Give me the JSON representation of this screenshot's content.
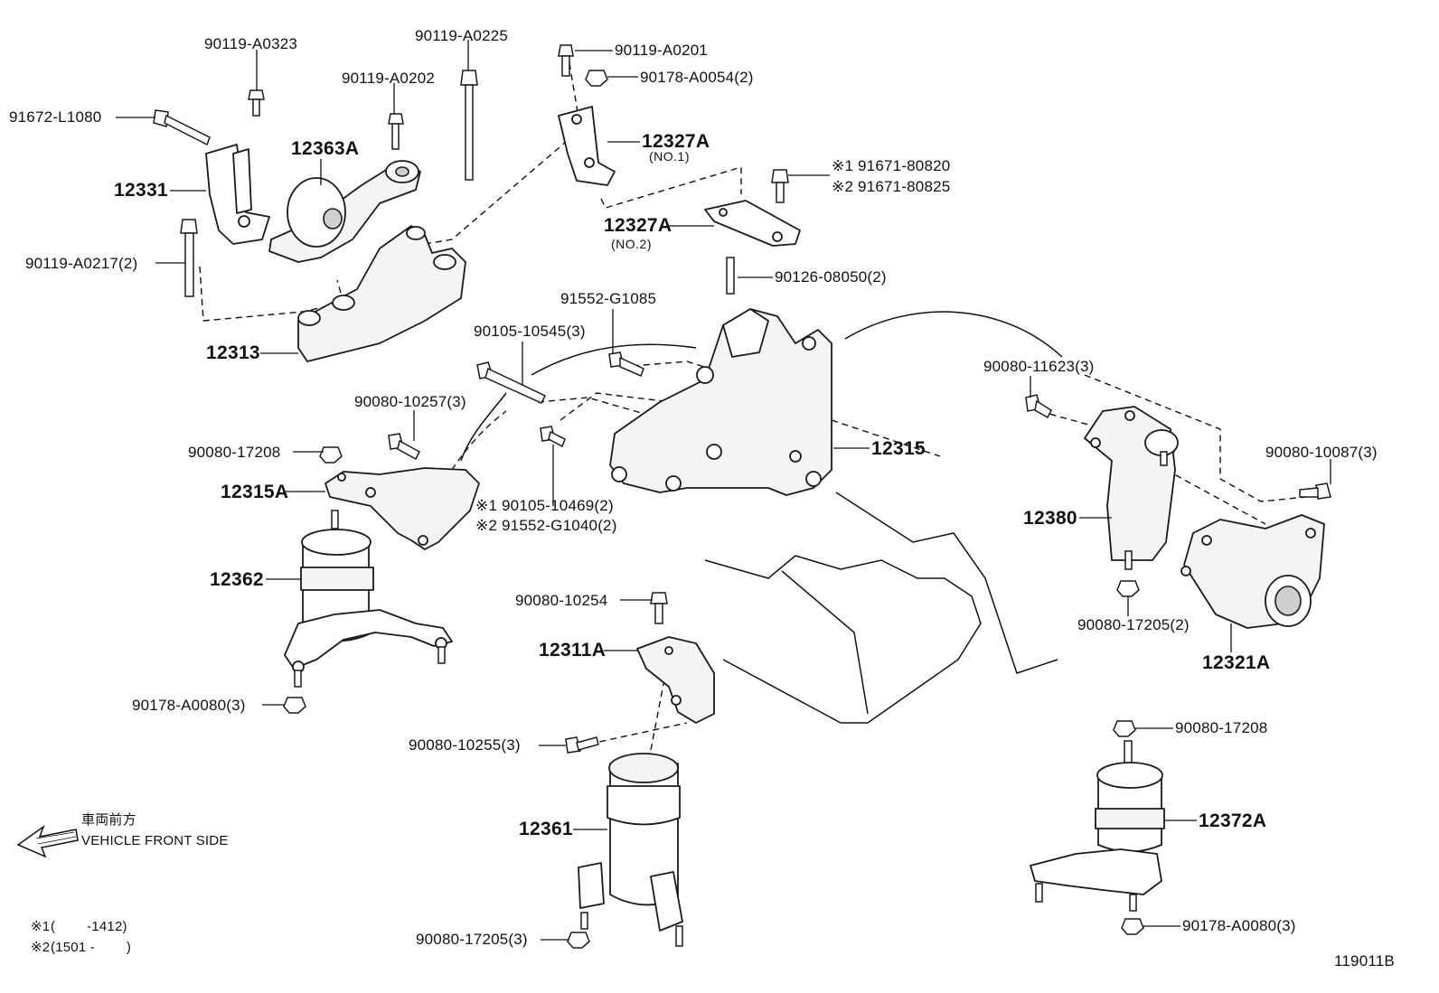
{
  "diagram_id": "119011B",
  "direction": {
    "jp": "車両前方",
    "en": "VEHICLE FRONT SIDE",
    "icon": "arrow-left-icon"
  },
  "notes": [
    {
      "mark": "※1",
      "text": "(        -1412)"
    },
    {
      "mark": "※2",
      "text": "(1501 -        )"
    }
  ],
  "labels": {
    "p90119_A0323": "90119-A0323",
    "p90119_A0225": "90119-A0225",
    "p90119_A0202": "90119-A0202",
    "p91672_L1080": "91672-L1080",
    "p12363A": "12363A",
    "p12331": "12331",
    "p90119_A0217": "90119-A0217(2)",
    "p12313": "12313",
    "p90119_A0201": "90119-A0201",
    "p90178_A0054": "90178-A0054(2)",
    "p12327A_1": "12327A",
    "p12327A_1_sub": "(NO.1)",
    "p91671_80820": "※1 91671-80820",
    "p91671_80825": "※2 91671-80825",
    "p12327A_2": "12327A",
    "p12327A_2_sub": "(NO.2)",
    "p90126_08050": "90126-08050(2)",
    "p91552_G1085": "91552-G1085",
    "p90105_10545": "90105-10545(3)",
    "p90080_10257": "90080-10257(3)",
    "p90080_17208_a": "90080-17208",
    "p12315A": "12315A",
    "p90105_10469": "※1 90105-10469(2)",
    "p91552_G1040": "※2 91552-G1040(2)",
    "p12315": "12315",
    "p12362": "12362",
    "p90178_A0080_a": "90178-A0080(3)",
    "p90080_11623": "90080-11623(3)",
    "p90080_10087": "90080-10087(3)",
    "p12380": "12380",
    "p90080_17205_2": "90080-17205(2)",
    "p12321A": "12321A",
    "p90080_10254": "90080-10254",
    "p12311A": "12311A",
    "p90080_10255": "90080-10255(3)",
    "p12361": "12361",
    "p90080_17205_3": "90080-17205(3)",
    "p90080_17208_b": "90080-17208",
    "p12372A": "12372A",
    "p90178_A0080_b": "90178-A0080(3)"
  }
}
